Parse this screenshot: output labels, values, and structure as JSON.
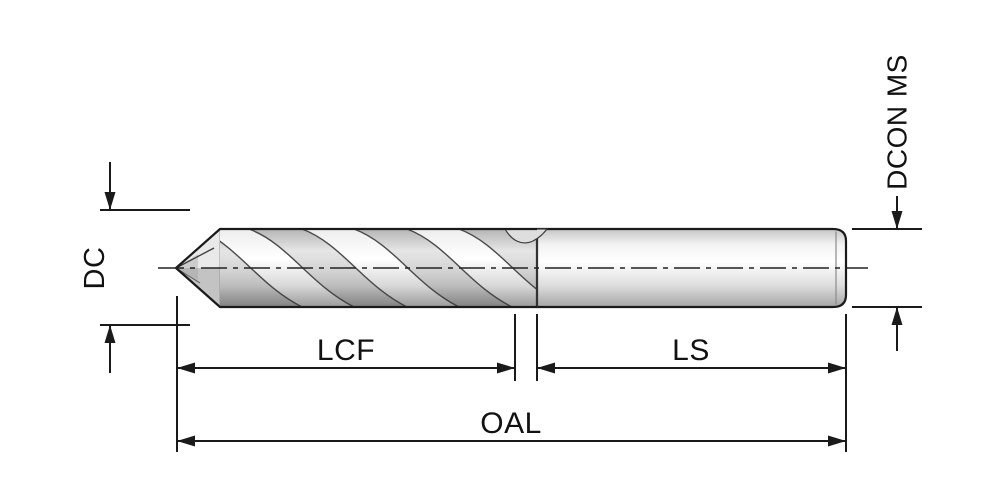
{
  "labels": {
    "dc": "DC",
    "dcon_ms": "DCON MS",
    "lcf": "LCF",
    "ls": "LS",
    "oal": "OAL"
  },
  "colors": {
    "line": "#1a1a1a",
    "background": "#ffffff",
    "metal_highlight": "#ffffff",
    "metal_shadow": "#a5a5a5"
  }
}
